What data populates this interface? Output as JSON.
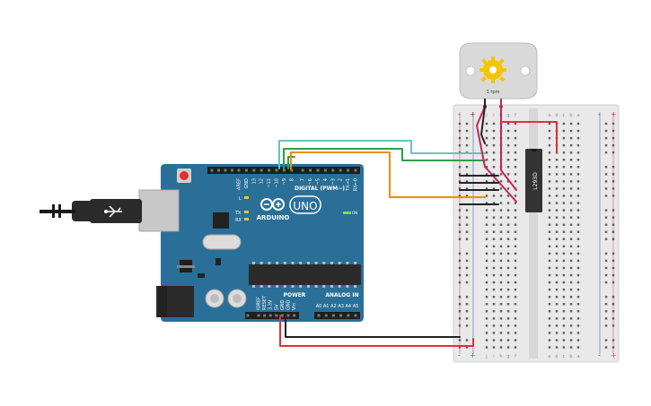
{
  "motor": {
    "label": "1 rpm"
  },
  "arduino": {
    "brand": "ARDUINO",
    "model": "UNO",
    "digital_label": "DIGITAL (PWM~)",
    "power_label": "POWER",
    "analog_label": "ANALOG IN",
    "on_label": "ON",
    "l_label": "L",
    "tx_label": "TX",
    "rx_label": "RX",
    "digital_pins": [
      "AREF",
      "GND",
      "13",
      "12",
      "~11",
      "~10",
      "~9",
      "8",
      "7",
      "~6",
      "~5",
      "4",
      "~3",
      "2",
      "TX→1",
      "RX←0"
    ],
    "power_pins": [
      "IOREF",
      "RESET",
      "3.3V",
      "5V",
      "GND",
      "GND",
      "Vin"
    ],
    "analog_pins": [
      "A0",
      "A1",
      "A2",
      "A3",
      "A4",
      "A5"
    ]
  },
  "chip": {
    "label": "L293D"
  },
  "breadboard": {
    "rail_plus": "+",
    "rail_minus": "-",
    "cols_left": [
      "j",
      "i",
      "h",
      "g",
      "f"
    ],
    "cols_right": [
      "e",
      "d",
      "c",
      "b",
      "a"
    ]
  },
  "colors": {
    "board": "#2a6f97",
    "wire_red": "#e03131",
    "wire_black": "#222222",
    "wire_orange": "#f08c00",
    "wire_green": "#2f9e44",
    "wire_teal": "#66c2c2",
    "wire_magenta": "#c2255c"
  }
}
